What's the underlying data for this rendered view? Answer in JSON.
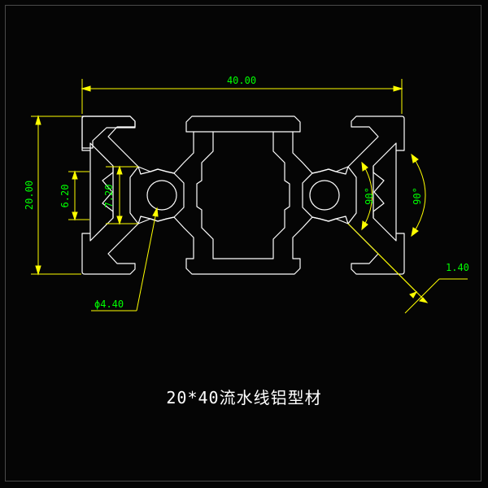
{
  "drawing": {
    "title_code": "20*40",
    "title_name": "流水线铝型材",
    "dimensions": {
      "overall_width": "40.00",
      "overall_height": "20.00",
      "slot_opening": "6.20",
      "slot_depth": "7.20",
      "center_hole_diameter": "ϕ4.40",
      "wall_thickness": "1.40",
      "angle_1": "90°",
      "angle_2": "90°"
    },
    "colors": {
      "background": "#000000",
      "profile_outline": "#ffffff",
      "dimension_line": "#ffff00",
      "dimension_text": "#00ff00"
    }
  }
}
